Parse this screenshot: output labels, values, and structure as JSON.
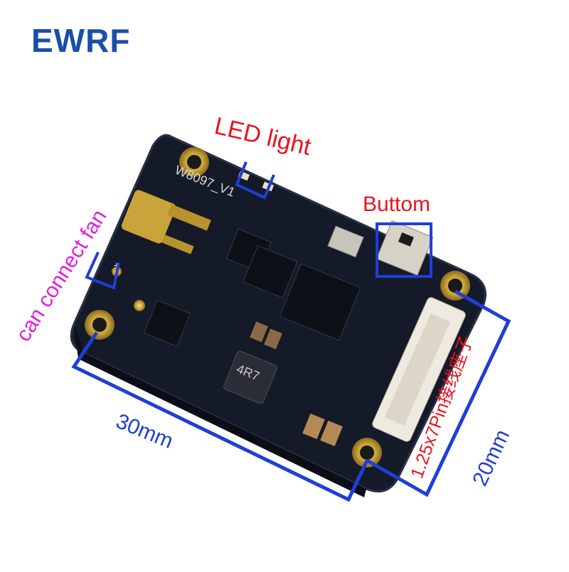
{
  "logo": {
    "text": "EWRF"
  },
  "annotations": {
    "led_light": "LED light",
    "button": "Buttom",
    "fan": "can connect fan",
    "width": "30mm",
    "height": "20mm",
    "connector": "1.25x7Pin接线座子"
  },
  "board_markings": {
    "model": "W8097_V1",
    "inductor": "4R7",
    "fan_polarity": [
      "-",
      "+"
    ]
  },
  "colors": {
    "board": "#141826",
    "pad_gold": "#c9a43a",
    "annotation_red": "#e8141c",
    "annotation_blue": "#1f3fd6",
    "annotation_magenta": "#e11de0",
    "logo_blue": "#1a4fa8"
  }
}
